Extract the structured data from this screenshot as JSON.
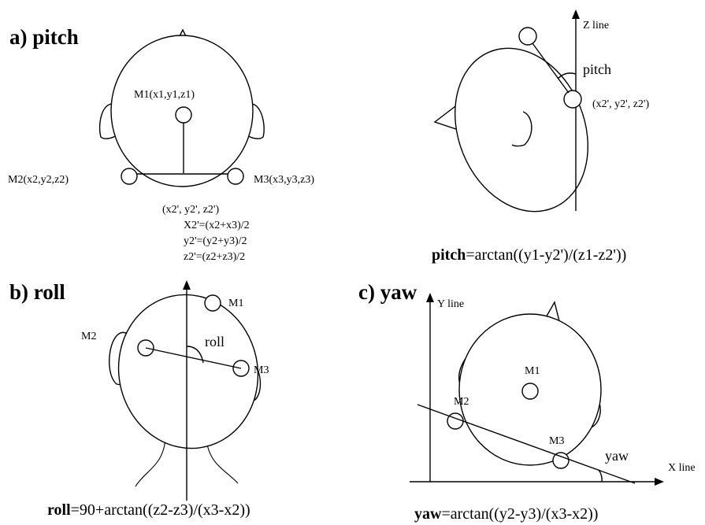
{
  "panels": {
    "pitch": {
      "header": "a) pitch",
      "m1_label": "M1(x1,y1,z1)",
      "m2_label": "M2(x2,y2,z2)",
      "m3_label": "M3(x3,y3,z3)",
      "mid_label": "(x2', y2', z2')",
      "formula_x": "X2'=(x2+x3)/2",
      "formula_y": "y2'=(y2+y3)/2",
      "formula_z": "z2'=(z2+z3)/2",
      "side_axis_label": "Z line",
      "side_angle_label": "pitch",
      "side_point_label": "(x2', y2', z2')",
      "equation_bold": "pitch",
      "equation_rest": "=arctan((y1-y2')/(z1-z2'))"
    },
    "roll": {
      "header": "b) roll",
      "m1_label": "M1",
      "m2_label": "M2",
      "m3_label": "M3",
      "angle_label": "roll",
      "equation_bold": "roll",
      "equation_rest": "=90+arctan((z2-z3)/(x3-x2))"
    },
    "yaw": {
      "header": "c) yaw",
      "y_axis_label": "Y line",
      "x_axis_label": "X line",
      "m1_label": "M1",
      "m2_label": "M2",
      "m3_label": "M3",
      "angle_label": "yaw",
      "equation_bold": "yaw",
      "equation_rest": "=arctan((y2-y3)/(x3-x2))"
    }
  }
}
